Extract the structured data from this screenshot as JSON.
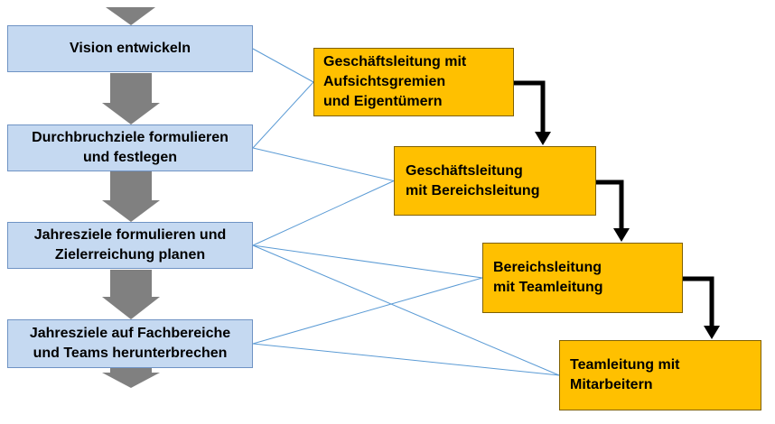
{
  "steps": [
    {
      "lines": [
        "Vision entwickeln"
      ]
    },
    {
      "lines": [
        "Durchbruchziele formulieren",
        "und festlegen"
      ]
    },
    {
      "lines": [
        "Jahresziele formulieren und",
        "Zielerreichung planen"
      ]
    },
    {
      "lines": [
        "Jahresziele auf Fachbereiche",
        "und Teams herunterbrechen"
      ]
    }
  ],
  "roles": [
    {
      "lines": [
        "Geschäftsleitung mit",
        "Aufsichtsgremien",
        "und Eigentümern"
      ]
    },
    {
      "lines": [
        "Geschäftsleitung",
        "mit Bereichsleitung"
      ]
    },
    {
      "lines": [
        "Bereichsleitung",
        "mit Teamleitung"
      ]
    },
    {
      "lines": [
        "Teamleitung mit",
        "Mitarbeitern"
      ]
    }
  ],
  "connections": [
    {
      "from_step": 1,
      "to_role": 1
    },
    {
      "from_step": 2,
      "to_role": 1
    },
    {
      "from_step": 2,
      "to_role": 2
    },
    {
      "from_step": 3,
      "to_role": 2
    },
    {
      "from_step": 3,
      "to_role": 3
    },
    {
      "from_step": 3,
      "to_role": 4
    },
    {
      "from_step": 4,
      "to_role": 3
    },
    {
      "from_step": 4,
      "to_role": 4
    }
  ],
  "colors": {
    "step_fill": "#c5d9f1",
    "step_border": "#6f93c4",
    "role_fill": "#ffc000",
    "role_border": "#7f6000",
    "flow_arrow": "#808080",
    "connector_line": "#5b9bd5",
    "cascade_arrow": "#000000"
  }
}
